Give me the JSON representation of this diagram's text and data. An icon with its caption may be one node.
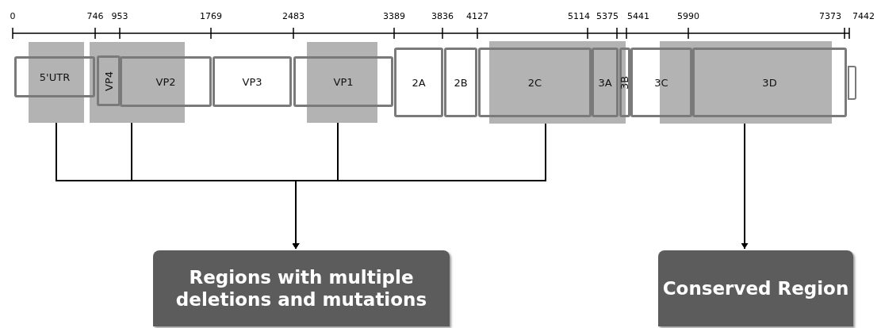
{
  "diagram": {
    "nodes": [
      {
        "text": [
          "5'UTR"
        ]
      },
      {
        "text": [
          "VP4"
        ],
        "in": 14
      },
      {
        "text": [
          "VP2"
        ]
      },
      {
        "text": [
          "VP3"
        ]
      },
      {
        "text": [
          "VP1"
        ]
      },
      {
        "text": [
          "2A"
        ]
      },
      {
        "text": [
          "2B"
        ]
      },
      {
        "text": [
          "2C"
        ]
      },
      {
        "text": [
          "3A"
        ],
        "in": 16
      },
      {
        "text": [
          "3B"
        ]
      },
      {
        "text": [
          "3C"
        ]
      },
      {
        "text": [
          "3D"
        ]
      },
      {
        "text": [],
        "shape": "box"
      },
      {
        "text": [],
        "shape": "band"
      },
      {
        "text": [],
        "shape": "band"
      },
      {
        "text": [],
        "shape": "band"
      },
      {
        "text": [],
        "shape": "band"
      },
      {
        "text": [],
        "shape": "band"
      },
      {
        "text": [
          "Regions with multiple deletions and mutations"
        ]
      },
      {
        "text": [
          "Conserved Region"
        ]
      }
    ],
    "edges": [
      {
        "from": 13,
        "to": 18,
        "arrow": "to"
      },
      {
        "from": 14,
        "to": 18,
        "arrow": "to"
      },
      {
        "from": 15,
        "to": 18,
        "arrow": "to"
      },
      {
        "from": 16,
        "to": 18,
        "arrow": "to"
      },
      {
        "from": 17,
        "to": 19,
        "arrow": "to"
      }
    ],
    "labels": [
      "0",
      "746",
      "953",
      "1769",
      "2483",
      "3389",
      "3836",
      "4127",
      "5114",
      "5375",
      "5441",
      "5990",
      "7373",
      "7442"
    ]
  }
}
